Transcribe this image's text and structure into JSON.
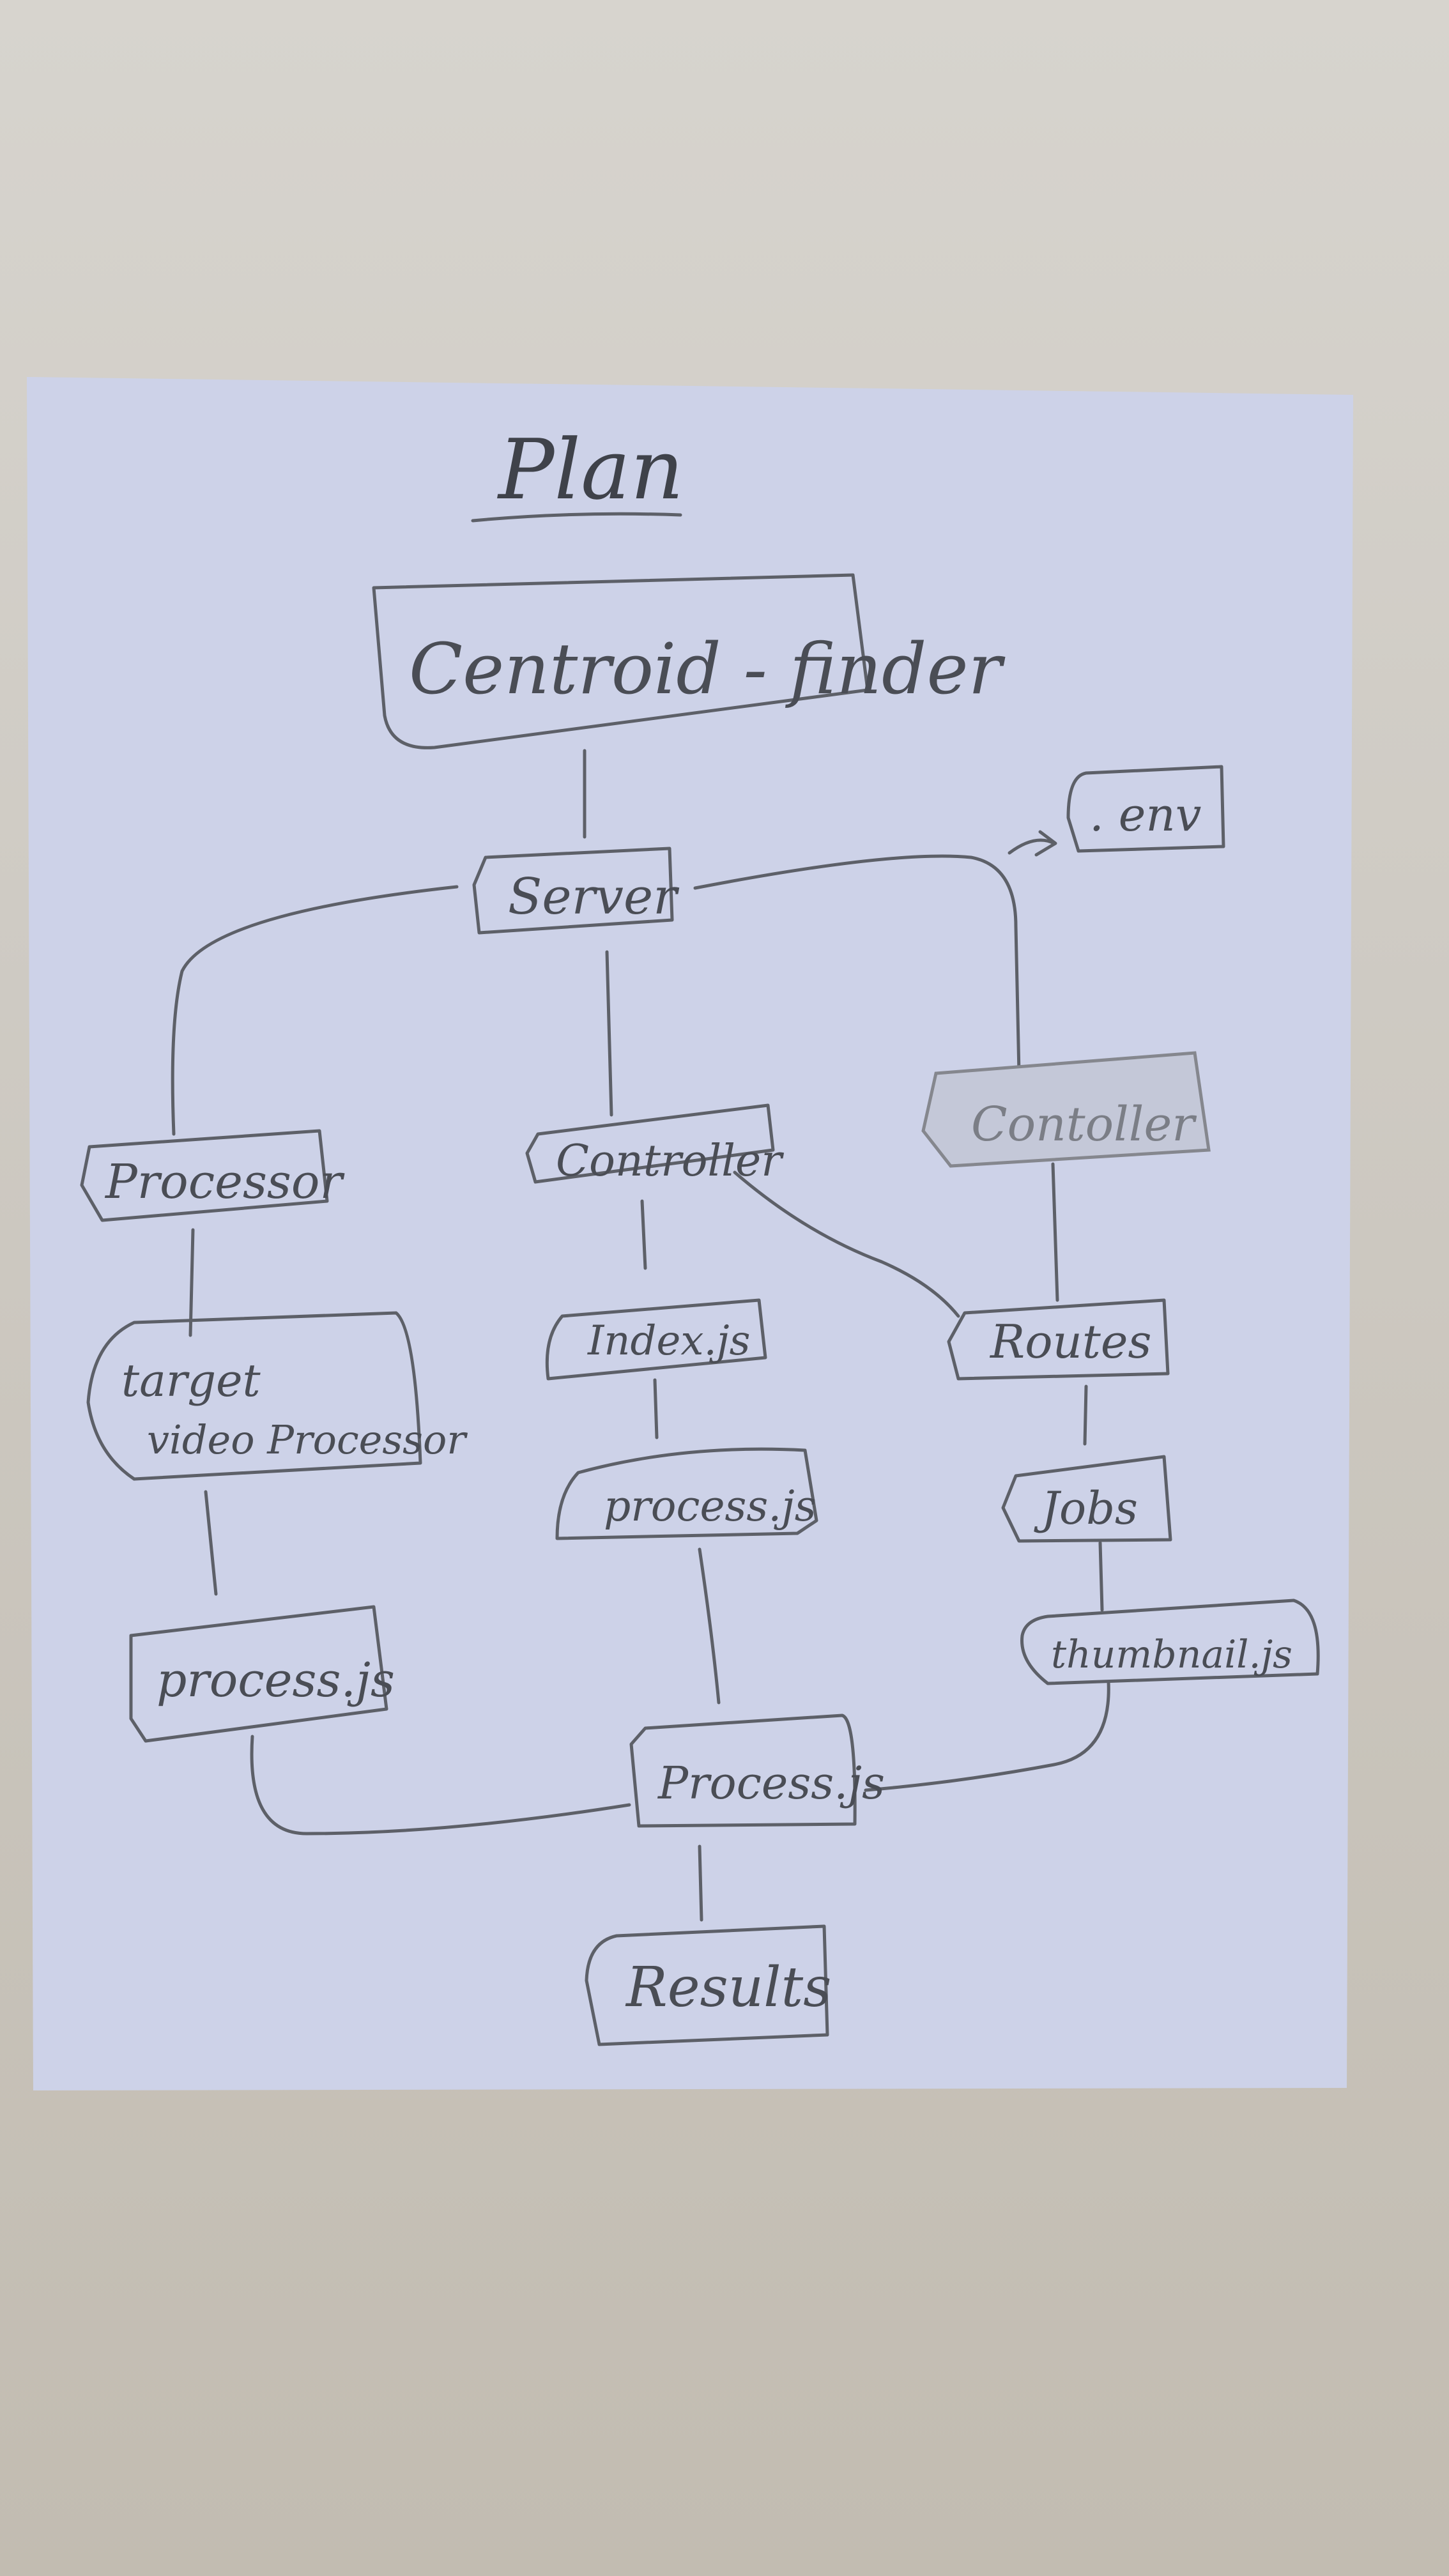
{
  "diagram": {
    "title": "Plan",
    "nodes": {
      "root": "Centroid - finder",
      "server": "Server",
      "env": ". env",
      "processor": "Processor",
      "controller_mid": "Controller",
      "controller_right": "Contoller",
      "target_line1": "target",
      "target_line2": "video Processor",
      "index_js": "Index.js",
      "routes": "Routes",
      "process_js_mid": "process.js",
      "jobs": "Jobs",
      "process_js_left": "process.js",
      "thumbnail_js": "thumbnail.js",
      "process_js_bottom": "Process.js",
      "results": "Results"
    }
  }
}
